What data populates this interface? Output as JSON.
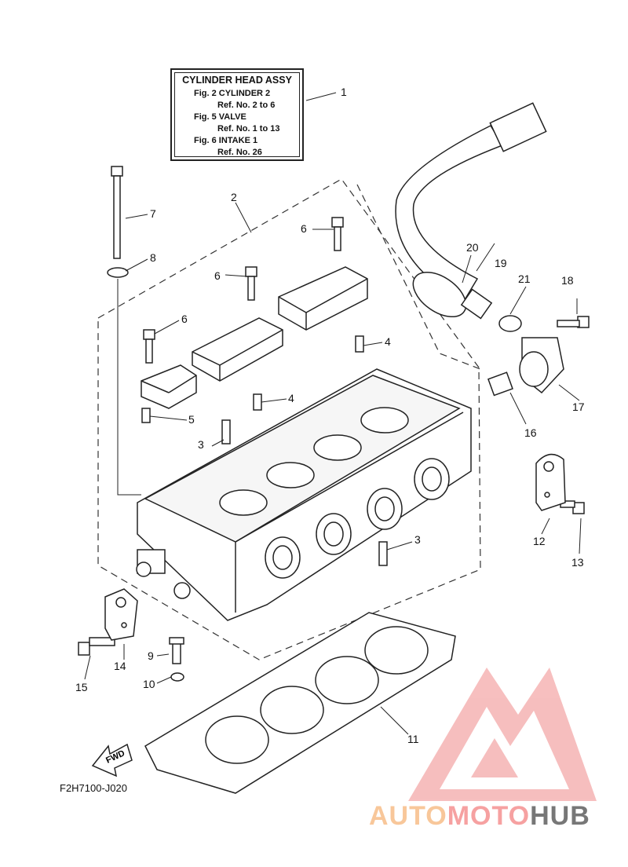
{
  "info_box": {
    "title": "CYLINDER HEAD ASSY",
    "lines": [
      "Fig.  2 CYLINDER 2",
      "Ref. No. 2 to 6",
      "Fig.  5 VALVE",
      "Ref. No. 1 to 13",
      "Fig.  6 INTAKE 1",
      "Ref. No. 26"
    ]
  },
  "callouts": [
    "1",
    "2",
    "3",
    "3",
    "4",
    "4",
    "5",
    "6",
    "6",
    "6",
    "7",
    "8",
    "9",
    "10",
    "11",
    "12",
    "13",
    "14",
    "15",
    "16",
    "17",
    "18",
    "19",
    "20",
    "21"
  ],
  "fwd_label": "FWD",
  "drawing_code": "F2H7100-J020",
  "watermark": {
    "part1": "AUTO",
    "part2": "MOTO",
    "part3": "HUB",
    "colors": {
      "auto": "#f8c79a",
      "moto": "#f6a1a1",
      "hub": "#777777",
      "logo": "#f08a8a"
    }
  }
}
